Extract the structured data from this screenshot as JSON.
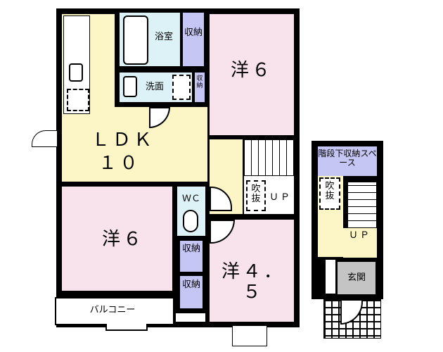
{
  "rooms": {
    "ldk": {
      "label1": "ＬＤＫ",
      "label2": "１０"
    },
    "bath": "浴室",
    "storage": "収納",
    "washroom": "洗面",
    "room_ne": "洋６",
    "room_w": "洋６",
    "room_s": "洋４．５",
    "wc": "ＷＣ",
    "balcony": "バルコニー",
    "void": "吹抜",
    "up": "ＵＰ",
    "understair": "階段下収納スペース",
    "entrance": "玄関"
  },
  "colors": {
    "ldk": "#fcf6c6",
    "western_room": "#f8e2ec",
    "wet_area": "#ddf2f6",
    "storage": "#c6c6f4",
    "entrance": "#c4c4c4"
  }
}
